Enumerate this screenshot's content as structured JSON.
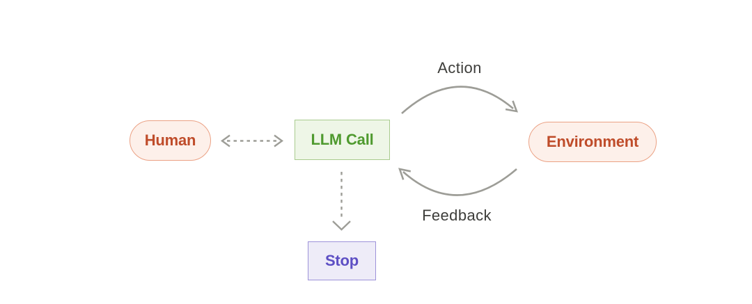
{
  "diagram": {
    "type": "flow-diagram",
    "background": "#ffffff",
    "nodes": {
      "human": {
        "label": "Human",
        "shape": "pill",
        "text_color": "#bf4c2a",
        "fill": "#fdf0ea",
        "border": "#eba184"
      },
      "llm_call": {
        "label": "LLM Call",
        "shape": "rect",
        "text_color": "#4f9a2f",
        "fill": "#eef6e7",
        "border": "#a9cb8e"
      },
      "environment": {
        "label": "Environment",
        "shape": "pill",
        "text_color": "#bf4c2a",
        "fill": "#fdf0ea",
        "border": "#eba184"
      },
      "stop": {
        "label": "Stop",
        "shape": "rect",
        "text_color": "#5d4fc4",
        "fill": "#eeecf8",
        "border": "#9d92d9"
      }
    },
    "edge_labels": {
      "action": "Action",
      "feedback": "Feedback"
    },
    "edges": [
      {
        "from": "human",
        "to": "llm_call",
        "style": "dashed",
        "arrows": "both",
        "label": ""
      },
      {
        "from": "llm_call",
        "to": "environment",
        "style": "solid-curve-over",
        "arrows": "end",
        "label": "Action"
      },
      {
        "from": "environment",
        "to": "llm_call",
        "style": "solid-curve-under",
        "arrows": "end",
        "label": "Feedback"
      },
      {
        "from": "llm_call",
        "to": "stop",
        "style": "dashed",
        "arrows": "end",
        "label": ""
      }
    ],
    "arrow_color": "#9d9d97",
    "label_color": "#3d3d3a"
  }
}
